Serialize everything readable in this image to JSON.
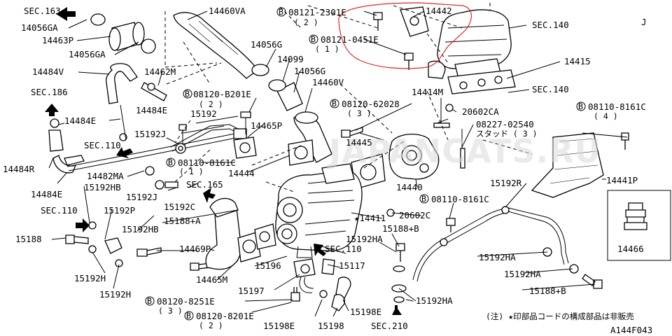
{
  "watermark": "JAPANCATS.RU",
  "diagram_code": "A144F043",
  "footnote": "(注) ★印部品コードの構成部品は非販売",
  "corner_mark": "J",
  "labels": {
    "sec163": "SEC.163",
    "p14056GA_a": "14056GA",
    "p14463P": "14463P",
    "p14056GA_b": "14056GA",
    "p14484V": "14484V",
    "p14462M": "14462M",
    "sec186": "SEC.186",
    "p14484E_a": "14484E",
    "p14484E_b": "14484E",
    "p14484R": "14484R",
    "sec110_a": "SEC.110",
    "p14482MA": "14482MA",
    "p14484E_c": "14484E",
    "p15192HB_a": "15192HB",
    "sec110_b": "SEC.110",
    "p15192P": "15192P",
    "p15188_a": "15188",
    "p15192HB_b": "15192HB",
    "p15192H_a": "15192H",
    "p15192H_b": "15192H",
    "p14460VA": "14460VA",
    "p14056G_a": "14056G",
    "p14099": "14099",
    "p14056G_b": "14056G",
    "p14460V": "14460V",
    "b08120B201E_a": "08120-B201E",
    "q2_a": "( 2 )",
    "p15192": "15192",
    "p15192J_a": "15192J",
    "p14465P": "14465P",
    "b08110_8161C_a": "08110-8161C",
    "q1_a": "( 1 )",
    "p14444": "14444",
    "p15192J_b": "15192J",
    "sec165": "SEC.165",
    "p15192C": "15192C",
    "p15188A": "15188+A",
    "p14469P": "14469P",
    "p14465M": "14465M",
    "b08120_8251E": "08120-8251E",
    "q3_a": "( 3 )",
    "b08120B201E_b": "08120-8201E",
    "q2_b": "( 2 )",
    "p15196": "15196",
    "p15197": "15197",
    "p15198E_a": "15198E",
    "p15198": "15198",
    "p15117": "15117",
    "sec110_c": "SEC.110",
    "p15192HA_a": "15192HA",
    "p15188B_a": "15188+B",
    "p15198E_b": "15198E",
    "sec210": "SEC.210",
    "p15192HA_b": "15192HA",
    "b08121_2301E": "08121-2301E",
    "q2_c": "( 2 )",
    "p14442": "14442",
    "b08121_0451E": "08121-0451E",
    "q1_b": "( 1 )",
    "sec140_a": "SEC.140",
    "p14415": "14415",
    "sec140_b": "SEC.140",
    "p14414M": "14414M",
    "b08120_62028": "08120-62028",
    "q3_b": "( 3 )",
    "p20602CA": "20602CA",
    "p08227_02540": "08227-02540",
    "stud_note": "スタッド ( 3 )",
    "p14445": "14445",
    "b08110_8161C_b": "08110-8161C",
    "q4": "( 4 )",
    "p14440": "14440",
    "b08110_8161C_c": "08110-8161C",
    "p20602C": "20602C",
    "star14411": "★14411",
    "p14441P": "14441P",
    "p15192R": "15192R",
    "p15192HA_c": "15192HA",
    "p15192HA_d": "15192HA",
    "p15188B_b": "15188+B",
    "p14466": "14466"
  },
  "symbols": {
    "bolt_marker": "B",
    "arrow_direction_icon": "arrow-icon"
  },
  "colors": {
    "line": "#000000",
    "background": "#ffffff",
    "highlight": "#e0262a",
    "watermark": "#d8d8d8"
  }
}
